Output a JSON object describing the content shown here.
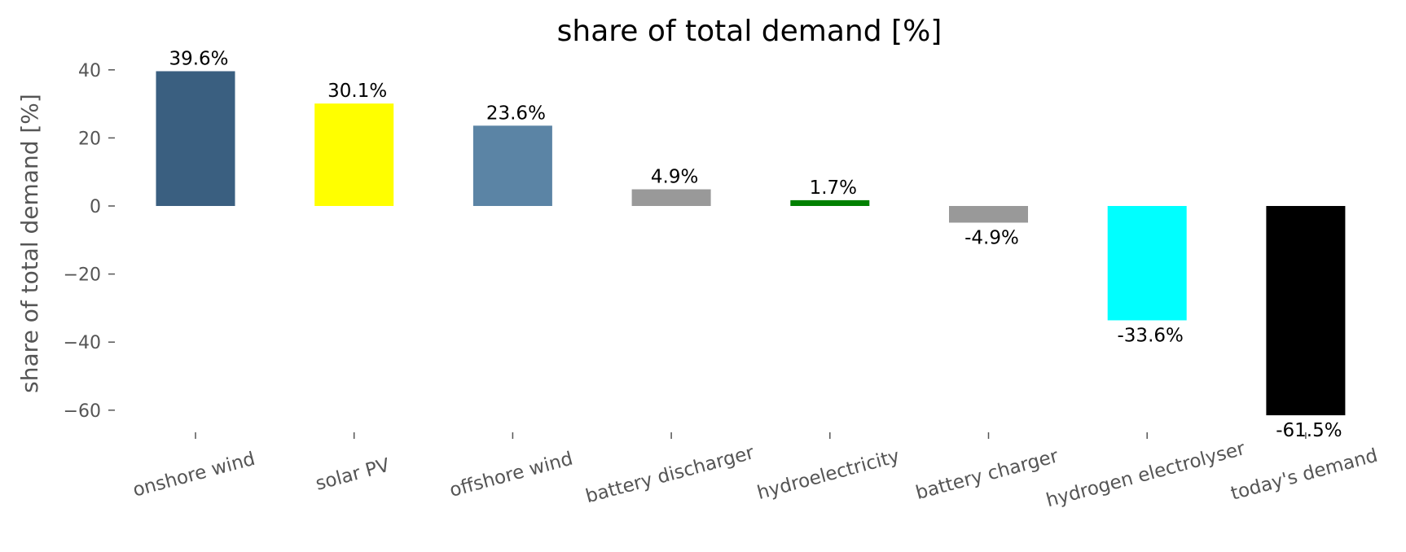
{
  "chart_data": {
    "type": "bar",
    "title": "share of total demand [%]",
    "xlabel": "",
    "ylabel": "share of total demand [%]",
    "ylim": [
      -68,
      46
    ],
    "yticks": [
      40,
      20,
      0,
      -20,
      -40,
      -60
    ],
    "ytick_labels": [
      "40",
      "20",
      "0",
      "−20",
      "−40",
      "−60"
    ],
    "categories": [
      "onshore wind",
      "solar PV",
      "offshore wind",
      "battery discharger",
      "hydroelectricity",
      "battery charger",
      "hydrogen electrolyser",
      "today's demand"
    ],
    "values": [
      39.6,
      30.1,
      23.6,
      4.9,
      1.7,
      -4.9,
      -33.6,
      -61.5
    ],
    "data_labels": [
      "39.6%",
      "30.1%",
      "23.6%",
      "4.9%",
      "1.7%",
      "-4.9%",
      "-33.6%",
      "-61.5%"
    ],
    "colors": [
      "#3a5f80",
      "#ffff00",
      "#5b84a5",
      "#999999",
      "#008000",
      "#999999",
      "#00ffff",
      "#000000"
    ],
    "grid": false,
    "legend": "none"
  }
}
